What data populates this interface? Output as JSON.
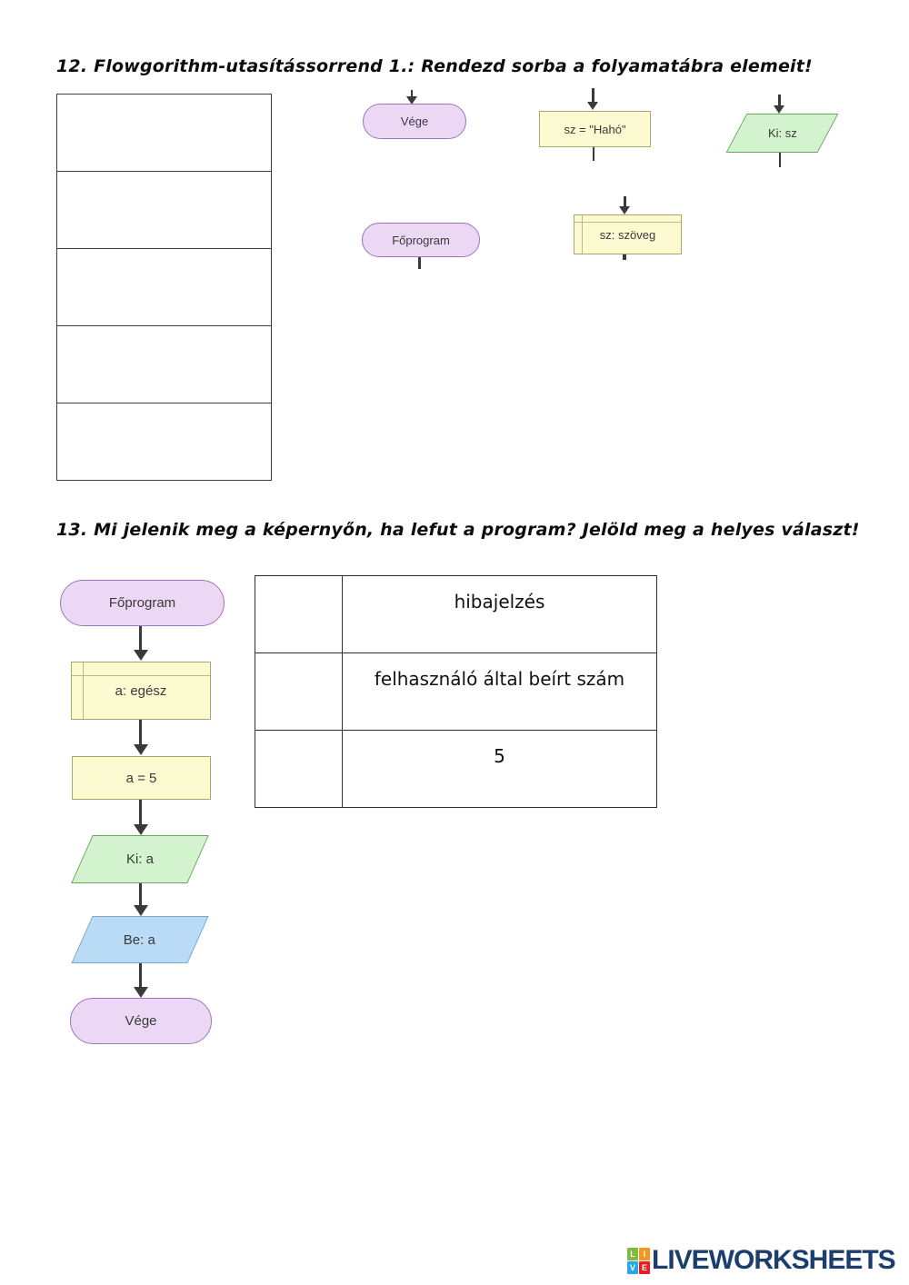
{
  "q12": {
    "heading": "12. Flowgorithm-utasítássorrend 1.: Rendezd sorba a folyamatábra elemeit!",
    "shapes": {
      "vege": "Vége",
      "assign": "sz = \"Hahó\"",
      "output": "Ki: sz",
      "foprogram": "Főprogram",
      "declare": "sz: szöveg"
    }
  },
  "q13": {
    "heading": "13. Mi jelenik meg a képernyőn, ha lefut a program? Jelöld meg a helyes választ!",
    "flowchart": {
      "start": "Főprogram",
      "declare": "a: egész",
      "assign": "a = 5",
      "output": "Ki: a",
      "input": "Be: a",
      "end": "Vége"
    },
    "answers": [
      "hibajelzés",
      "felhasználó által beírt szám",
      "5"
    ]
  },
  "logo": {
    "text": "LIVEWORKSHEETS",
    "icon": [
      "L",
      "I",
      "V",
      "E"
    ]
  },
  "colors": {
    "terminal_fill": "#ecd7f5",
    "terminal_border": "#9d76bb",
    "process_fill": "#fcfad0",
    "process_border": "#aaa768",
    "output_fill": "#d2f3cd",
    "output_border": "#68a85c",
    "input_fill": "#b9dbf6",
    "input_border": "#79a7cd",
    "arrow": "#3a3a3a",
    "logo_navy": "#1c3e6e"
  }
}
